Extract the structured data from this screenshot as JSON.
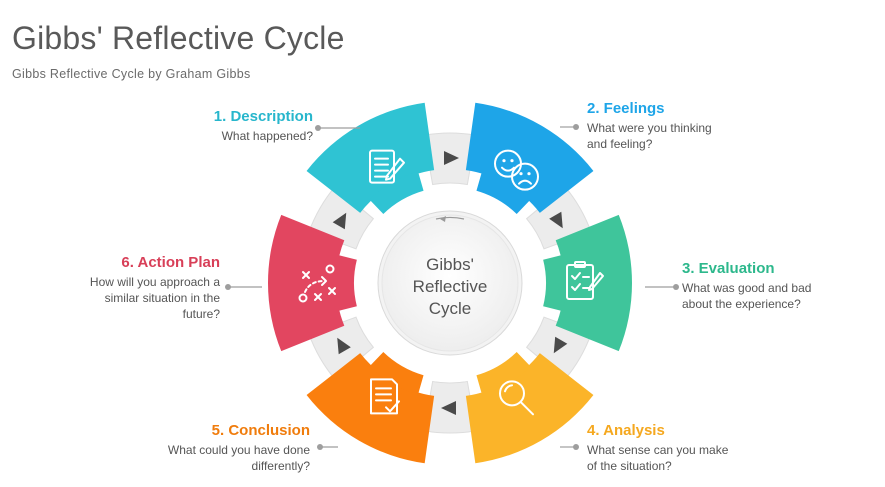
{
  "header": {
    "title": "Gibbs' Reflective Cycle",
    "subtitle": "Gibbs Reflective Cycle by Graham Gibbs"
  },
  "center": {
    "line1": "Gibbs'",
    "line2": "Reflective",
    "line3": "Cycle"
  },
  "stages": [
    {
      "title": "1. Description",
      "desc": [
        "What happened?"
      ],
      "color": "#2FC3D3",
      "icon": "document-pen-icon"
    },
    {
      "title": "2. Feelings",
      "desc": [
        "What were you thinking",
        "and feeling?"
      ],
      "color": "#1EA5E8",
      "icon": "emotion-faces-icon"
    },
    {
      "title": "3. Evaluation",
      "desc": [
        "What was good and bad",
        "about the experience?"
      ],
      "color": "#3FC59B",
      "icon": "checklist-icon"
    },
    {
      "title": "4. Analysis",
      "desc": [
        "What sense can you make",
        "of the situation?"
      ],
      "color": "#FBB429",
      "icon": "magnifier-icon"
    },
    {
      "title": "5. Conclusion",
      "desc": [
        "What could you have done",
        "differently?"
      ],
      "color": "#FA7F0E",
      "icon": "document-check-icon"
    },
    {
      "title": "6. Action Plan",
      "desc": [
        "How will you approach a",
        "similar situation in the",
        "future?"
      ],
      "color": "#E24660",
      "icon": "strategy-plan-icon"
    }
  ],
  "title_colors": [
    "#27B6CC",
    "#1EA5E8",
    "#2DB88C",
    "#F5A81F",
    "#F07C0C",
    "#D83F58"
  ]
}
